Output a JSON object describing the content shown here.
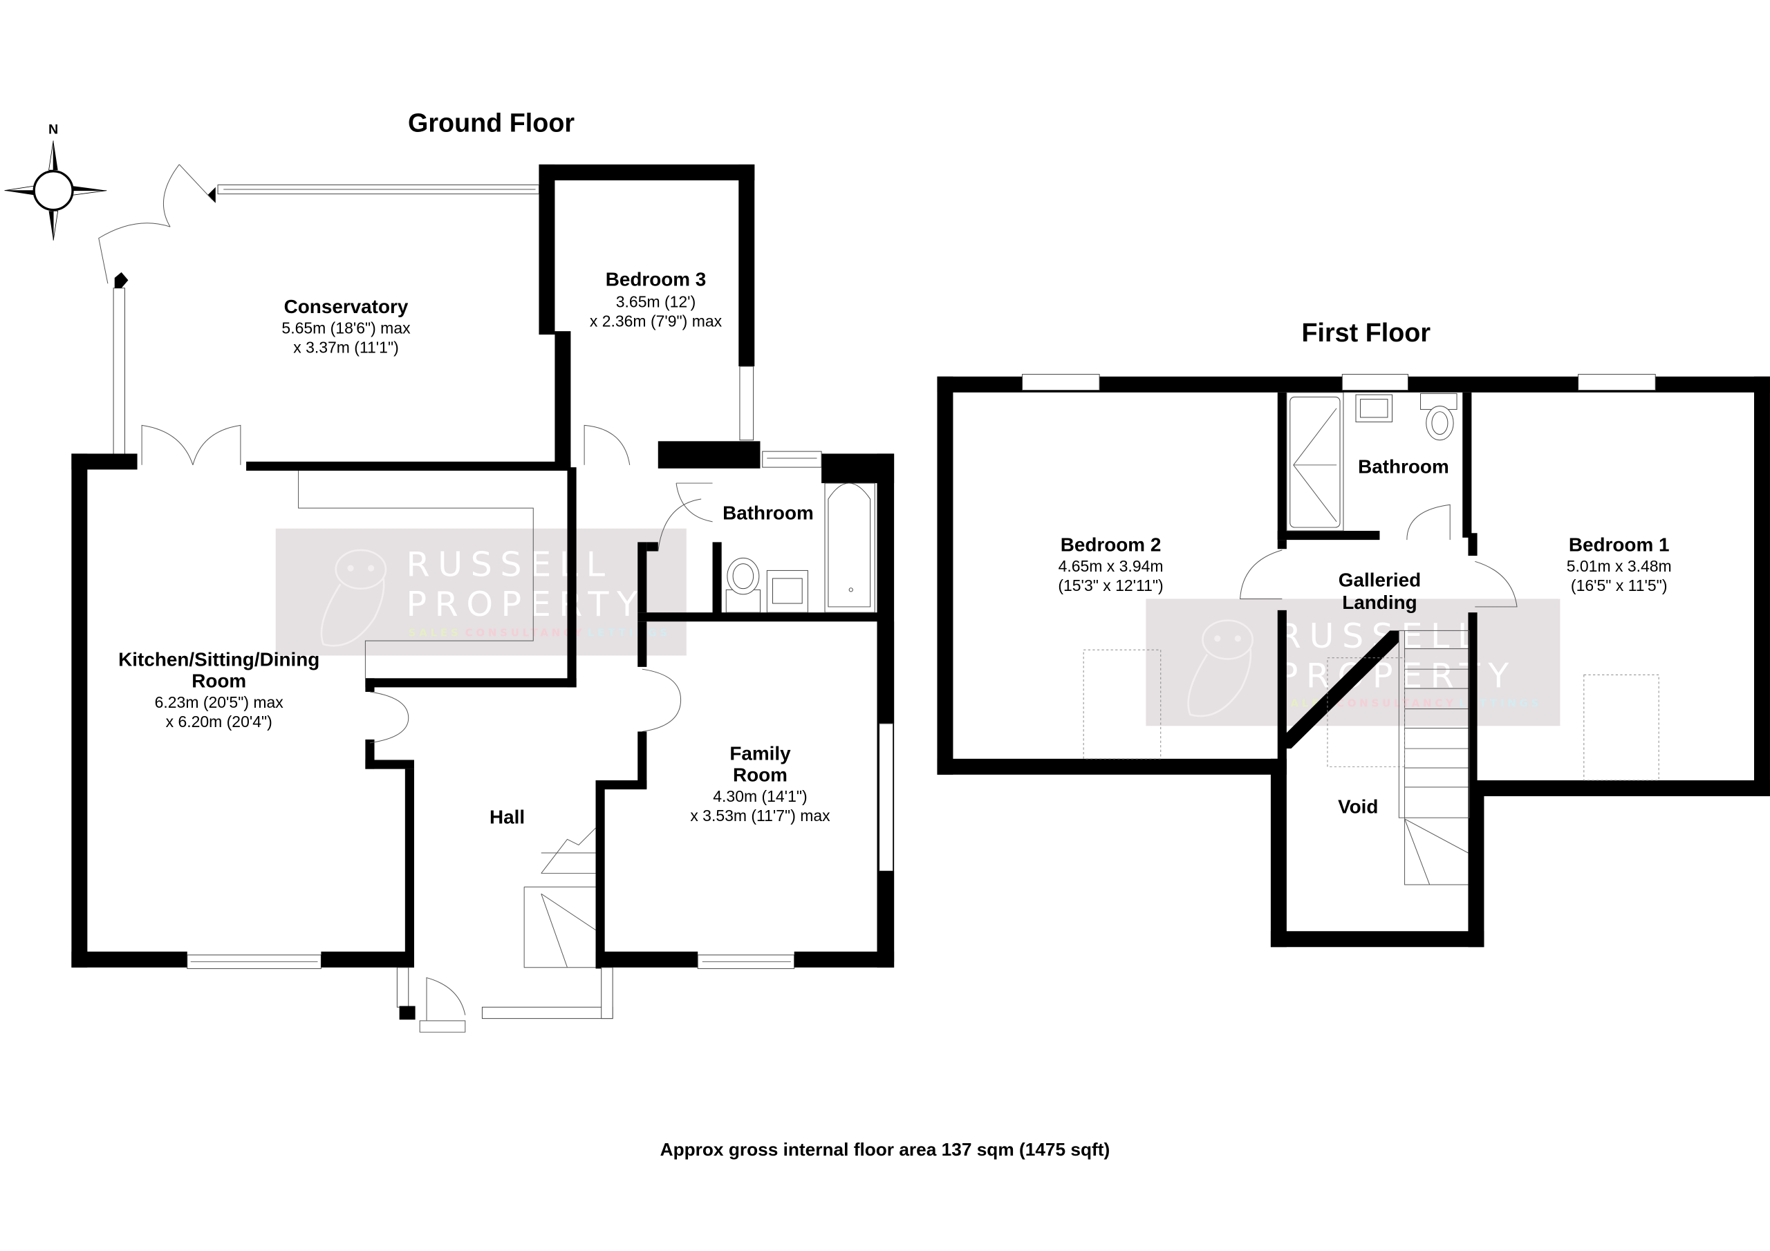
{
  "ground_floor": {
    "title": "Ground Floor",
    "rooms": {
      "conservatory": {
        "name": "Conservatory",
        "dim1": "5.65m (18'6\") max",
        "dim2": "x 3.37m (11'1\")"
      },
      "bedroom3": {
        "name": "Bedroom 3",
        "dim1": "3.65m (12')",
        "dim2": "x 2.36m (7'9\") max"
      },
      "bathroom": {
        "name": "Bathroom"
      },
      "kitchen": {
        "name1": "Kitchen/Sitting/Dining",
        "name2": "Room",
        "dim1": "6.23m (20'5\") max",
        "dim2": "x 6.20m (20'4\")"
      },
      "hall": {
        "name": "Hall"
      },
      "family_room": {
        "name1": "Family",
        "name2": "Room",
        "dim1": "4.30m (14'1\")",
        "dim2": "x 3.53m (11'7\") max"
      }
    }
  },
  "first_floor": {
    "title": "First Floor",
    "rooms": {
      "bedroom2": {
        "name": "Bedroom 2",
        "dim1": "4.65m x 3.94m",
        "dim2": "(15'3\" x 12'11\")"
      },
      "bathroom": {
        "name": "Bathroom"
      },
      "bedroom1": {
        "name": "Bedroom 1",
        "dim1": "5.01m x 3.48m",
        "dim2": "(16'5\" x 11'5\")"
      },
      "landing": {
        "name1": "Galleried",
        "name2": "Landing"
      },
      "void": {
        "name": "Void"
      }
    }
  },
  "compass": {
    "label": "N",
    "icon": "compass-rose-icon"
  },
  "watermark": {
    "line1": "RUSSELL",
    "line2": "PROPERTY",
    "tagline_sales": "SALES",
    "tagline_consultancy": "CONSULTANCY",
    "tagline_lettings": "LETTINGS",
    "icon": "owl-logo-icon",
    "colors": {
      "background": "#e3dde0",
      "sales": "#e6efc4",
      "consultancy": "#f3cfd6",
      "lettings": "#d3ecf1"
    }
  },
  "footer": {
    "area_text": "Approx gross internal floor area 137 sqm (1475 sqft)"
  },
  "colors": {
    "wall": "#000000",
    "background": "#ffffff",
    "fixture_line": "#444444"
  }
}
